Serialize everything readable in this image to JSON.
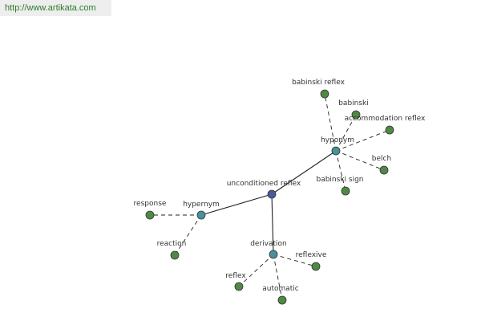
{
  "site_link": "http://www.artikata.com",
  "colors": {
    "center_node": "#4a5a9a",
    "hub_node": "#4a9098",
    "leaf_node": "#4e8a43",
    "node_stroke": "#333333",
    "edge": "#222222"
  },
  "graph": {
    "center": {
      "id": "center",
      "label": "unconditioned reflex"
    },
    "hubs": [
      {
        "id": "hyponym",
        "label": "hyponym"
      },
      {
        "id": "hypernym",
        "label": "hypernym"
      },
      {
        "id": "derivation",
        "label": "derivation"
      }
    ],
    "leaves": [
      {
        "id": "babinski-reflex",
        "parent": "hyponym",
        "label": "babinski reflex"
      },
      {
        "id": "babinski",
        "parent": "hyponym",
        "label": "babinski"
      },
      {
        "id": "accommodation-reflex",
        "parent": "hyponym",
        "label": "accommodation reflex"
      },
      {
        "id": "belch",
        "parent": "hyponym",
        "label": "belch"
      },
      {
        "id": "babinski-sign",
        "parent": "hyponym",
        "label": "babinski sign"
      },
      {
        "id": "response",
        "parent": "hypernym",
        "label": "response"
      },
      {
        "id": "reaction",
        "parent": "hypernym",
        "label": "reaction"
      },
      {
        "id": "reflexive",
        "parent": "derivation",
        "label": "reflexive"
      },
      {
        "id": "reflex",
        "parent": "derivation",
        "label": "reflex"
      },
      {
        "id": "automatic",
        "parent": "derivation",
        "label": "automatic"
      }
    ]
  }
}
